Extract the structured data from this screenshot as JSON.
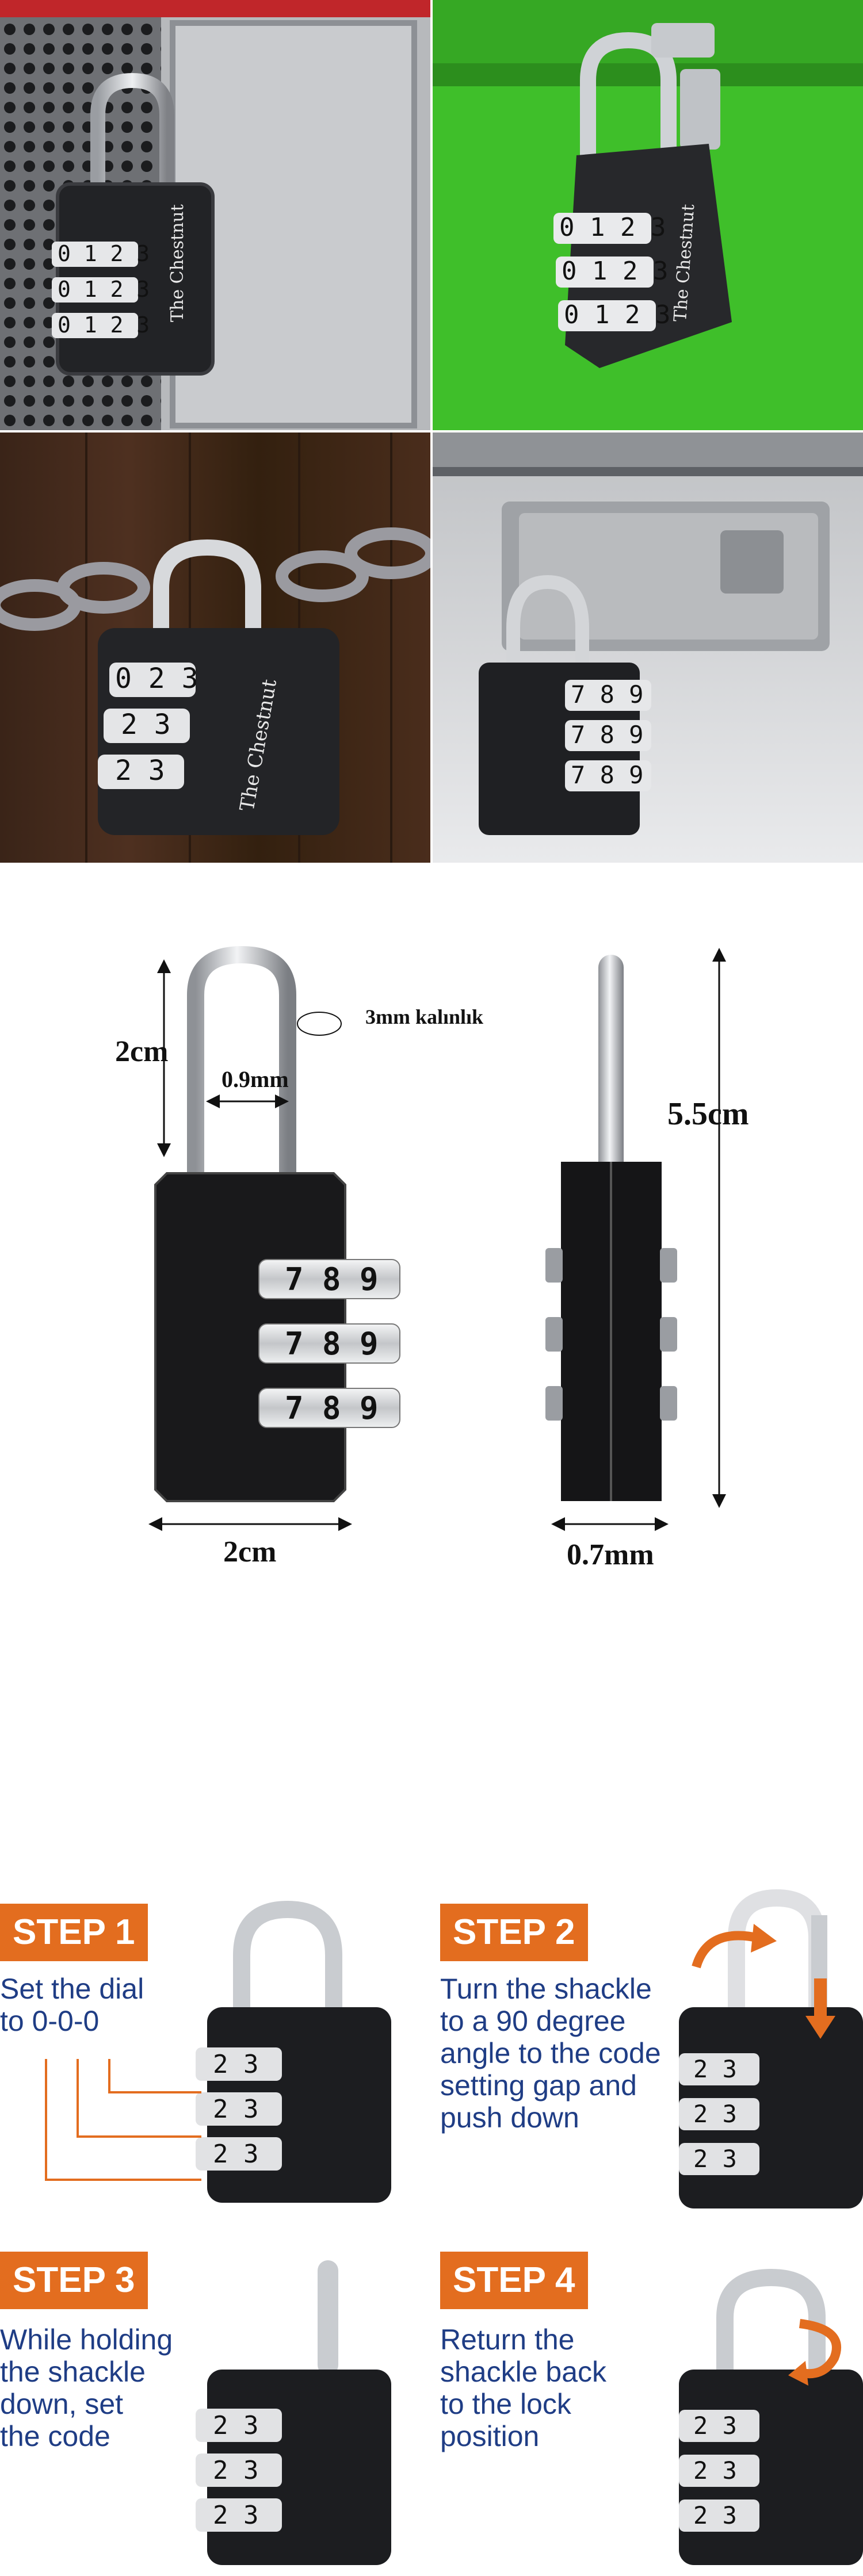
{
  "brand": "The Chestnut",
  "photos": {
    "p1_dials": [
      "0 1 2 3",
      "0 1 2 3",
      "0 1 2 3"
    ],
    "p2_dials": [
      "0 1 2 3",
      "0 1 2 3",
      "0 1 2 3"
    ],
    "p3_dials": [
      "0 2 3",
      "2 3",
      "2 3"
    ],
    "p4_dials": [
      "7 8 9",
      "7 8 9",
      "7 8 9"
    ]
  },
  "dimensions": {
    "shackle_height": "2cm",
    "shackle_gap": "0.9mm",
    "thickness": "3mm kalınlık",
    "total_height": "5.5cm",
    "body_width": "2cm",
    "depth": "0.7mm",
    "dial_digits": [
      "7",
      "8",
      "9"
    ]
  },
  "steps": [
    {
      "label": "STEP 1",
      "text": "Set the dial\nto 0-0-0"
    },
    {
      "label": "STEP 2",
      "text": "Turn the shackle\nto a 90 degree\nangle to the code\nsetting gap and\npush down"
    },
    {
      "label": "STEP 3",
      "text": "While holding\nthe shackle\ndown, set\nthe code"
    },
    {
      "label": "STEP 4",
      "text": "Return the\nshackle back\nto the lock\nposition"
    }
  ],
  "step_dial_digits": "2 3",
  "colors": {
    "accent_orange": "#e36d1f",
    "text_blue": "#1f3d85",
    "photo2_green": "#3fbf2a"
  }
}
